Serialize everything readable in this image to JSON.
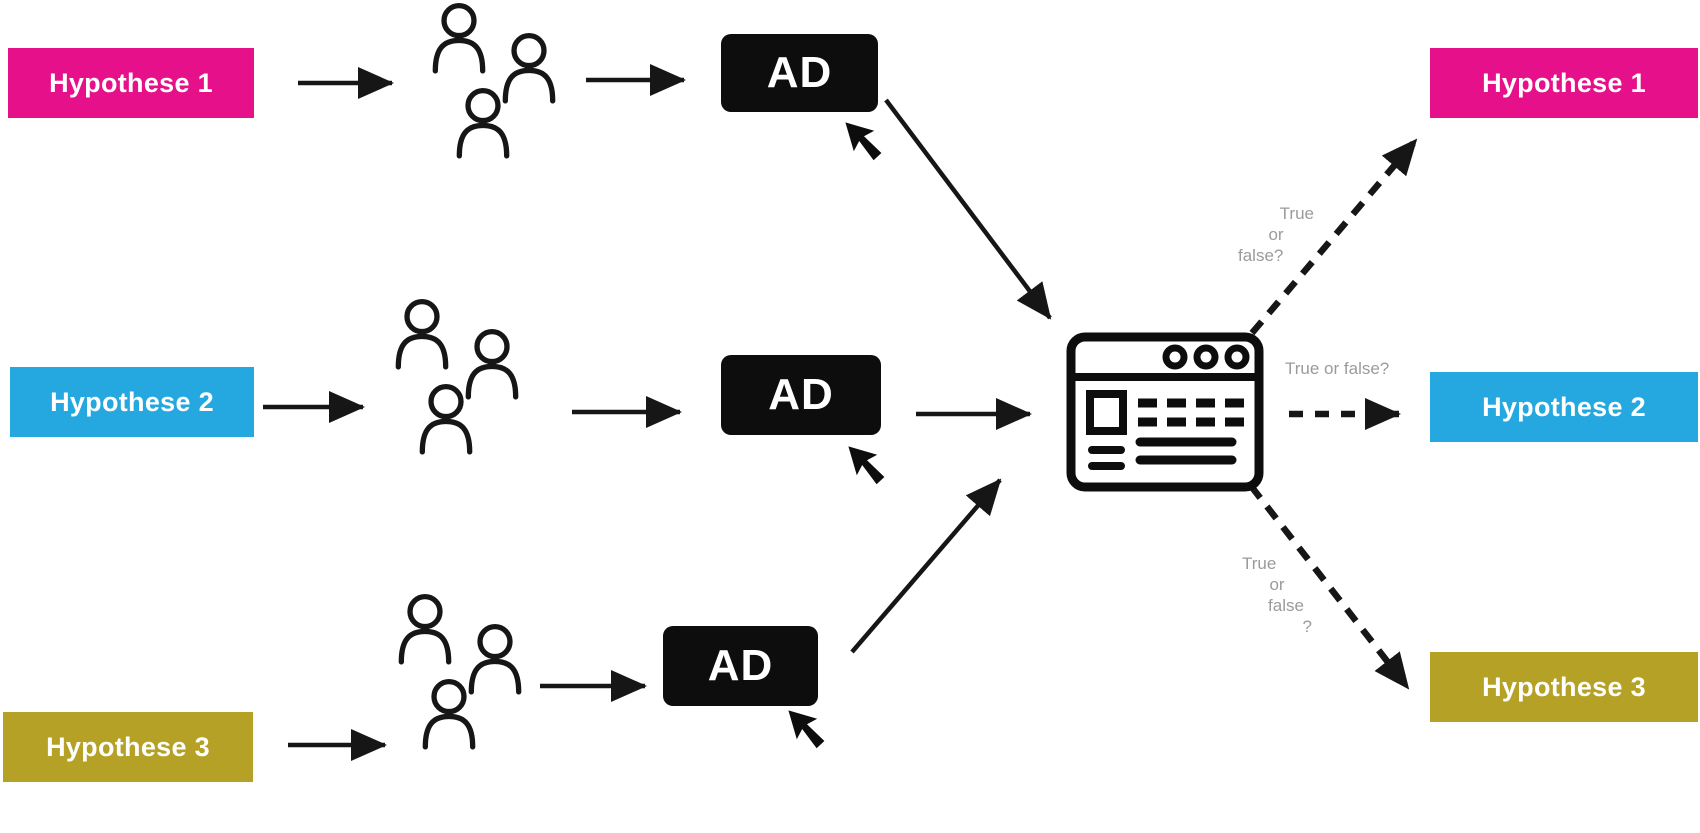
{
  "diagram": {
    "left_hypotheses": [
      {
        "label": "Hypothese 1",
        "color": "#E6118A"
      },
      {
        "label": "Hypothese 2",
        "color": "#25A8E0"
      },
      {
        "label": "Hypothese 3",
        "color": "#B5A125"
      }
    ],
    "right_hypotheses": [
      {
        "label": "Hypothese 1",
        "color": "#E6118A"
      },
      {
        "label": "Hypothese 2",
        "color": "#25A8E0"
      },
      {
        "label": "Hypothese 3",
        "color": "#B5A125"
      }
    ],
    "ad_boxes": [
      {
        "label": "AD"
      },
      {
        "label": "AD"
      },
      {
        "label": "AD"
      }
    ],
    "annotations": {
      "top": {
        "lines": [
          "True",
          "or",
          "false?"
        ]
      },
      "middle": {
        "line": "True or false?"
      },
      "bottom": {
        "lines": [
          "True",
          "or",
          "false",
          "?"
        ]
      }
    },
    "colors": {
      "arrow": "#161616",
      "ad_background": "#0D0D0D",
      "ad_text": "#FFFFFF",
      "hypothesis_text": "#FFFFFF",
      "annotation_text": "#9B9B9B",
      "background": "#FFFFFF"
    }
  }
}
